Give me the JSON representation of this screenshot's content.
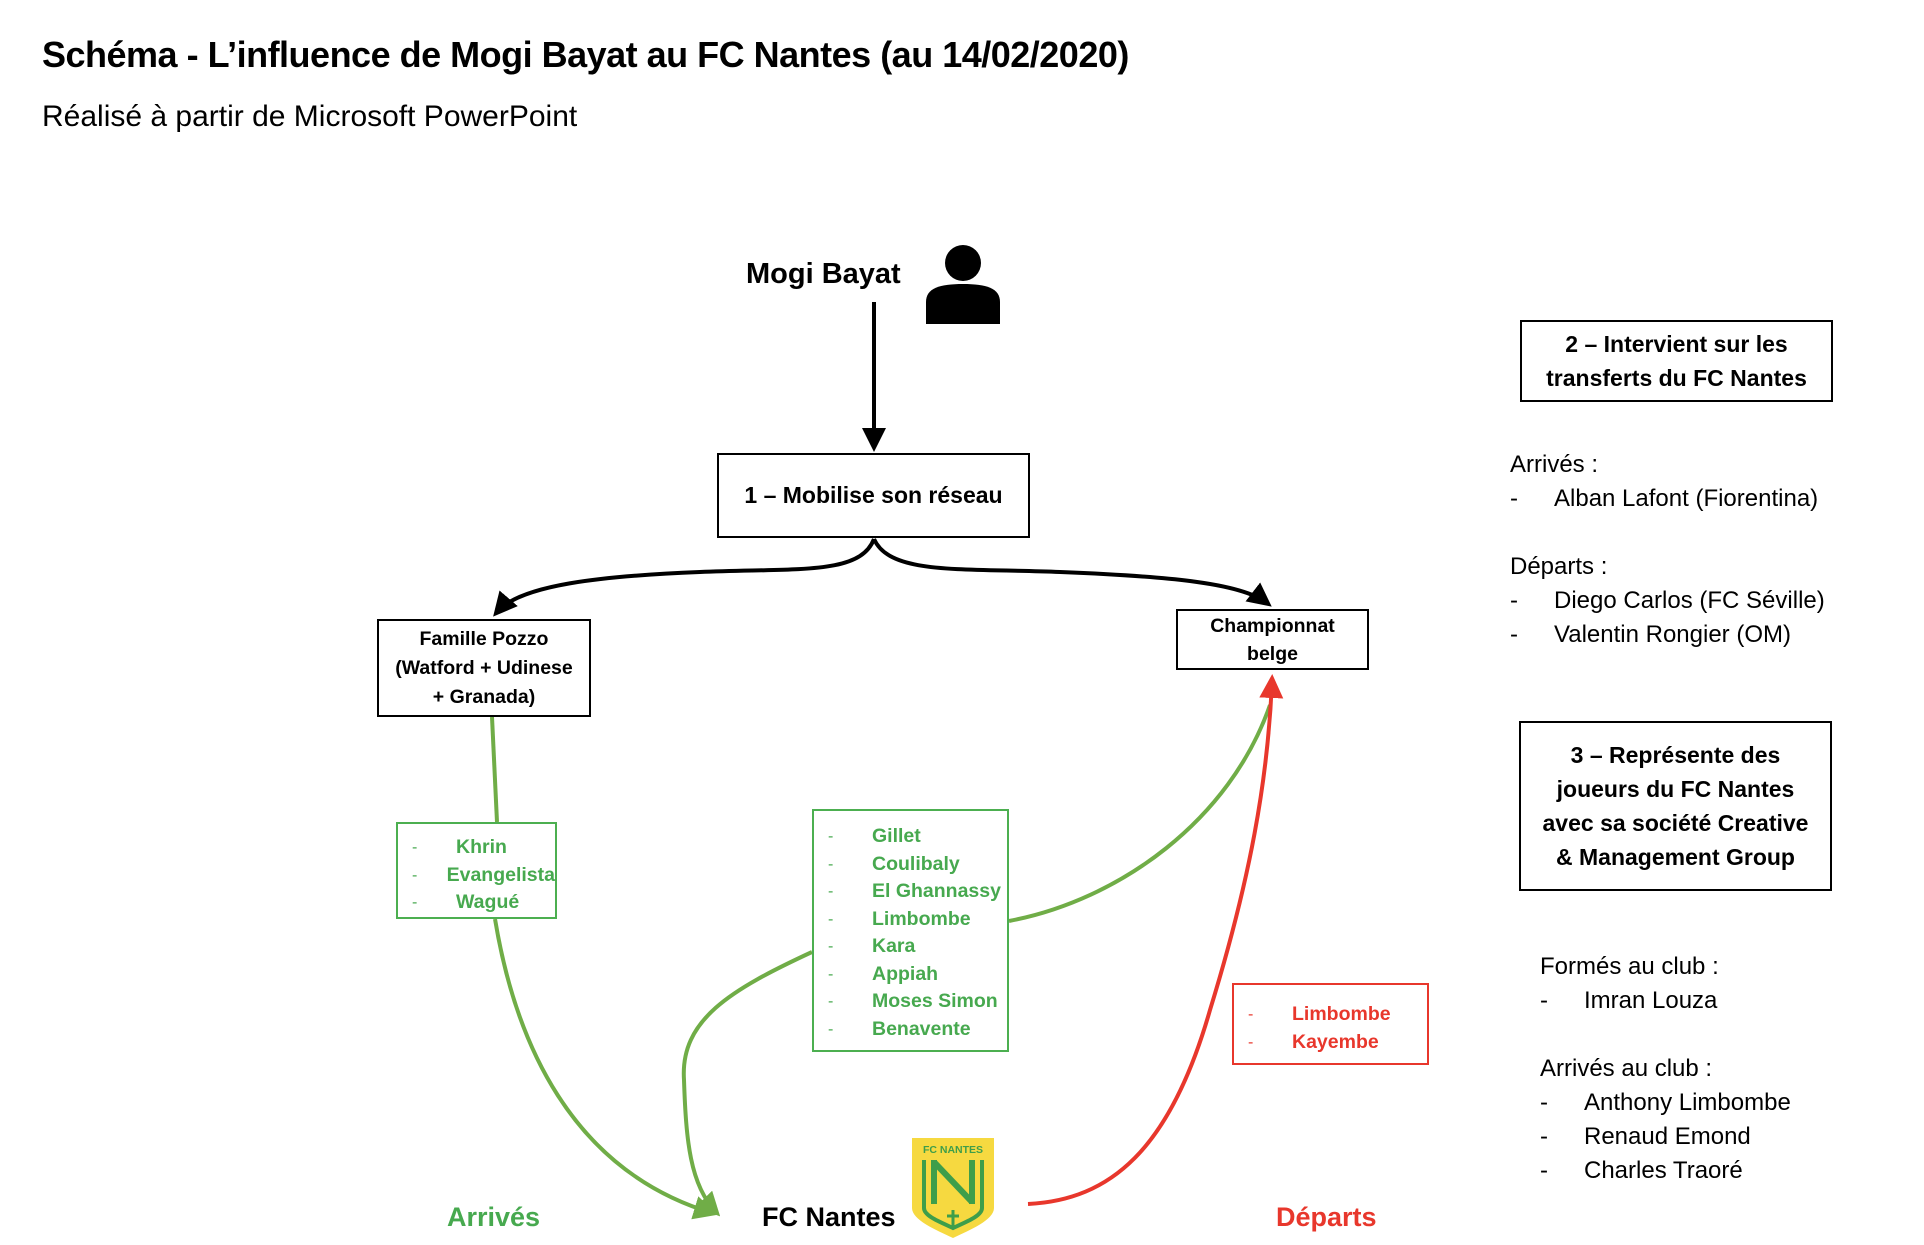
{
  "header": {
    "title": "Schéma - L’influence de Mogi Bayat au FC Nantes (au 14/02/2020)",
    "subtitle": "Réalisé à partir de Microsoft PowerPoint"
  },
  "agent": {
    "name": "Mogi Bayat",
    "icon": "person-icon"
  },
  "steps": {
    "step1": "1 – Mobilise son réseau",
    "step2_lines": [
      "2 – Intervient sur les",
      "transferts du FC Nantes"
    ],
    "step3_lines": [
      "3 – Représente des",
      "joueurs du FC Nantes",
      "avec sa société Creative",
      "& Management Group"
    ]
  },
  "network": {
    "pozzo_lines": [
      "Famille Pozzo",
      "(Watford + Udinese",
      "+ Granada)"
    ],
    "belge_lines": [
      "Championnat",
      "belge"
    ]
  },
  "flows": {
    "pozzo_arrivals": [
      "Khrin",
      "Evangelista",
      "Wagué"
    ],
    "belge_arrivals": [
      "Gillet",
      "Coulibaly",
      "El Ghannassy",
      "Limbombe",
      "Kara",
      "Appiah",
      "Moses Simon",
      "Benavente"
    ],
    "belge_departures": [
      "Limbombe",
      "Kayembe"
    ],
    "dash": "-"
  },
  "bottom": {
    "arrivals_label": "Arrivés",
    "club_label": "FC Nantes",
    "departures_label": "Départs",
    "logo_text": "FC NANTES",
    "logo_icon": "fc-nantes-crest-icon"
  },
  "transfers": {
    "arrivals_heading": "Arrivés :",
    "arrivals": [
      "Alban Lafont (Fiorentina)"
    ],
    "departures_heading": "Départs :",
    "departures": [
      "Diego Carlos (FC Séville)",
      "Valentin Rongier (OM)"
    ],
    "dash": "-"
  },
  "represented": {
    "trained_heading": "Formés au club :",
    "trained": [
      "Imran Louza"
    ],
    "arrived_heading": "Arrivés au club :",
    "arrived": [
      "Anthony Limbombe",
      "Renaud Emond",
      "Charles Traoré"
    ],
    "dash": "-"
  },
  "colors": {
    "arrival_line": "#70AD47",
    "arrival_text": "#47A94F",
    "departure": "#E8372C",
    "crest_yellow": "#F6D940",
    "crest_green": "#3E9E4A"
  }
}
